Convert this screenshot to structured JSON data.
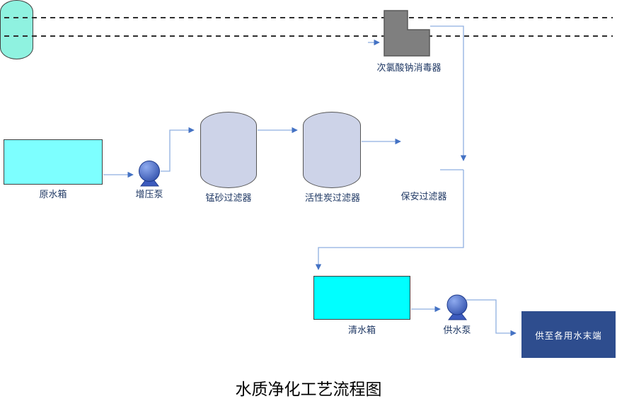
{
  "title": "水质净化工艺流程图",
  "colors": {
    "line": "#8FAFE0",
    "arrow": "#4472C4",
    "label": "#1F3864",
    "tank_raw": "#7DFFFF",
    "tank_clean": "#00FFFF",
    "filter_fill": "#CDD3E8",
    "security_fill": "#8FF2E0",
    "disinfector_fill": "#7F7F7F",
    "endpoint_bg": "#2E4D8E",
    "endpoint_text": "#FFFFFF"
  },
  "nodes": {
    "raw_tank": "原水箱",
    "booster_pump": "增压泵",
    "manganese_filter": "锰砂过滤器",
    "carbon_filter": "活性炭过滤器",
    "security_filter": "保安过滤器",
    "disinfector": "次氯酸钠消毒器",
    "clean_tank": "清水箱",
    "supply_pump": "供水泵",
    "endpoint": "供至各用水末端"
  }
}
